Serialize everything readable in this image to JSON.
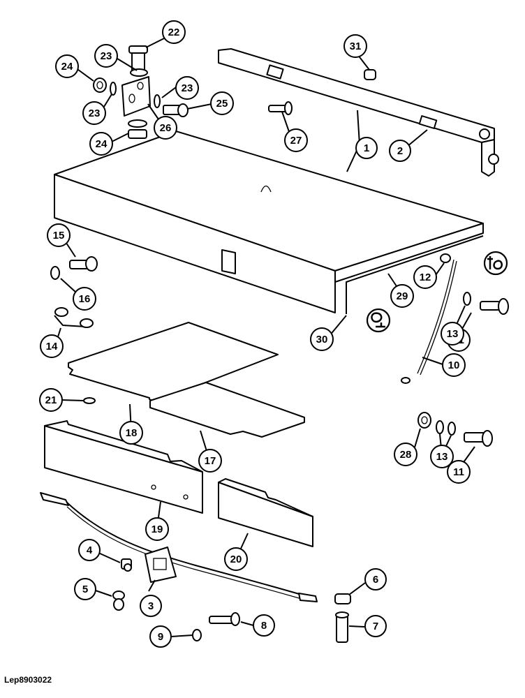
{
  "diagram": {
    "reference_code": "Lep8903022",
    "callouts": [
      {
        "label": "1"
      },
      {
        "label": "2"
      },
      {
        "label": "3"
      },
      {
        "label": "4"
      },
      {
        "label": "5"
      },
      {
        "label": "6"
      },
      {
        "label": "7"
      },
      {
        "label": "8"
      },
      {
        "label": "9"
      },
      {
        "label": "10"
      },
      {
        "label": "11"
      },
      {
        "label": "11"
      },
      {
        "label": "12"
      },
      {
        "label": "13"
      },
      {
        "label": "13"
      },
      {
        "label": "14"
      },
      {
        "label": "15"
      },
      {
        "label": "16"
      },
      {
        "label": "17"
      },
      {
        "label": "18"
      },
      {
        "label": "19"
      },
      {
        "label": "20"
      },
      {
        "label": "21"
      },
      {
        "label": "22"
      },
      {
        "label": "23"
      },
      {
        "label": "23"
      },
      {
        "label": "23"
      },
      {
        "label": "24"
      },
      {
        "label": "24"
      },
      {
        "label": "25"
      },
      {
        "label": "26"
      },
      {
        "label": "27"
      },
      {
        "label": "28"
      },
      {
        "label": "29"
      },
      {
        "label": "30"
      },
      {
        "label": "31"
      }
    ]
  }
}
